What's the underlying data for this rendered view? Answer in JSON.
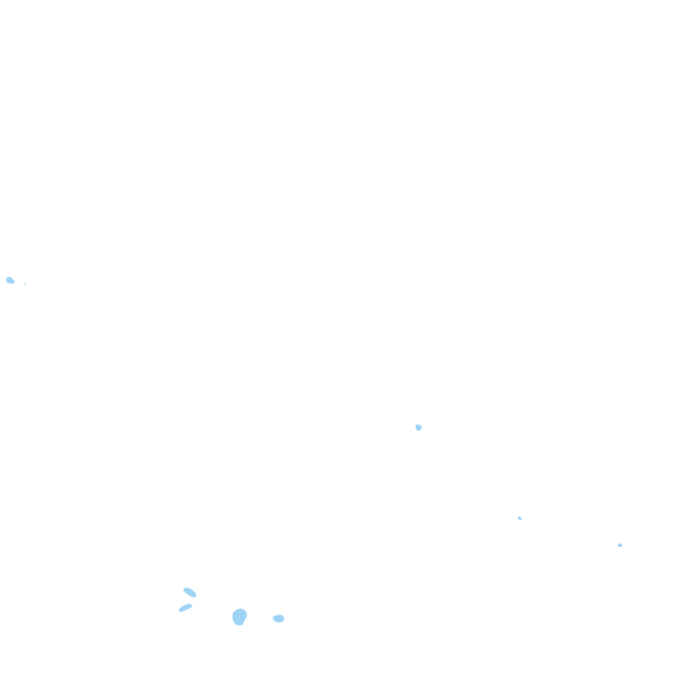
{
  "map": {
    "background_color": "#ffffff",
    "feature_color": "#7cc4f2",
    "feature_color_light": "#a9d8f5",
    "features": [
      {
        "kind": "cloud-speck"
      },
      {
        "kind": "cloud-speck"
      },
      {
        "kind": "cloud-speck"
      },
      {
        "kind": "cloud-speck"
      },
      {
        "kind": "cloud-speck"
      },
      {
        "kind": "cloud-speck"
      },
      {
        "kind": "cloud-speck"
      },
      {
        "kind": "cloud-speck"
      },
      {
        "kind": "cloud-speck"
      }
    ]
  }
}
